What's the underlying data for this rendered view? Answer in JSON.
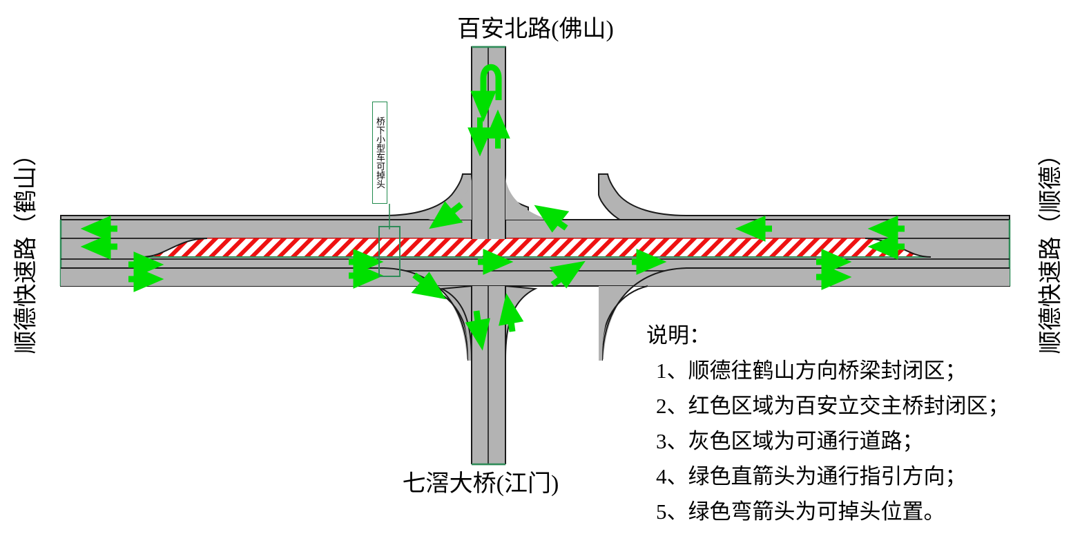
{
  "labels": {
    "top": "百安北路(佛山)",
    "bottom": "七滘大桥(江门)",
    "left": "顺德快速路（鹤山）",
    "right": "顺德快速路（顺德）",
    "uturn_note": "桥下小型车可掉头"
  },
  "legend": {
    "title": "说明：",
    "items": [
      "1、顺德往鹤山方向桥梁封闭区；",
      "2、红色区域为百安立交主桥封闭区；",
      "3、灰色区域为可通行道路；",
      "4、绿色直箭头为通行指引方向；",
      "5、绿色弯箭头为可掉头位置。"
    ]
  },
  "colors": {
    "road_fill": "#b3b3b3",
    "road_stroke": "#1a1a1a",
    "closed_hatch": "#ee1111",
    "closed_fill": "#ffffff",
    "arrow_green": "#00e000",
    "marker_green": "#1f8a4c"
  },
  "map_elements": {
    "closed_zone_name": "百安立交主桥封闭区",
    "passable_zone_name": "可通行道路",
    "straight_arrow_meaning": "通行指引方向",
    "curved_arrow_meaning": "可掉头位置"
  }
}
